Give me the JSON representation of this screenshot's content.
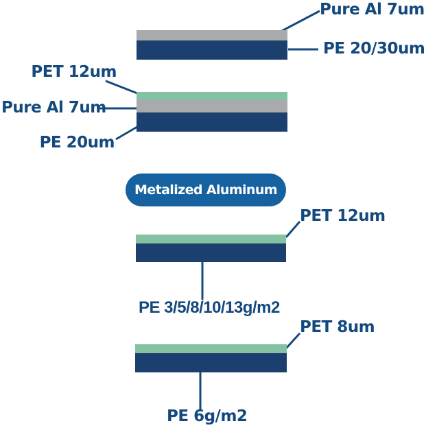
{
  "colors": {
    "background": "#ffffff",
    "navy": "#1b3f6e",
    "gray": "#a9aaac",
    "green": "#85c1a3",
    "badge_blue": "#16619f",
    "badge_text": "#ffffff",
    "label": "#14497e",
    "line": "#14497e"
  },
  "badge": {
    "label": "Metalized Aluminum"
  },
  "structures": [
    {
      "id": "al-pe-laminate",
      "layers": [
        {
          "label": "Pure Al 7um",
          "material": "aluminum",
          "color": "gray"
        },
        {
          "label": "PE 20/30um",
          "material": "polyethylene",
          "color": "navy"
        }
      ]
    },
    {
      "id": "pet-al-pe-laminate",
      "layers": [
        {
          "label": "PET 12um",
          "material": "polyester",
          "color": "green"
        },
        {
          "label": "Pure Al 7um",
          "material": "aluminum",
          "color": "gray"
        },
        {
          "label": "PE 20um",
          "material": "polyethylene",
          "color": "navy"
        }
      ]
    },
    {
      "id": "metalized-pet-pe",
      "layers": [
        {
          "label": "PET 12um",
          "material": "polyester",
          "color": "green"
        },
        {
          "label": "PE 3/5/8/10/13g/m2",
          "material": "polyethylene",
          "color": "navy"
        }
      ]
    },
    {
      "id": "metalized-pet-pe-thin",
      "layers": [
        {
          "label": "PET 8um",
          "material": "polyester",
          "color": "green"
        },
        {
          "label": "PE 6g/m2",
          "material": "polyethylene",
          "color": "navy"
        }
      ]
    }
  ]
}
